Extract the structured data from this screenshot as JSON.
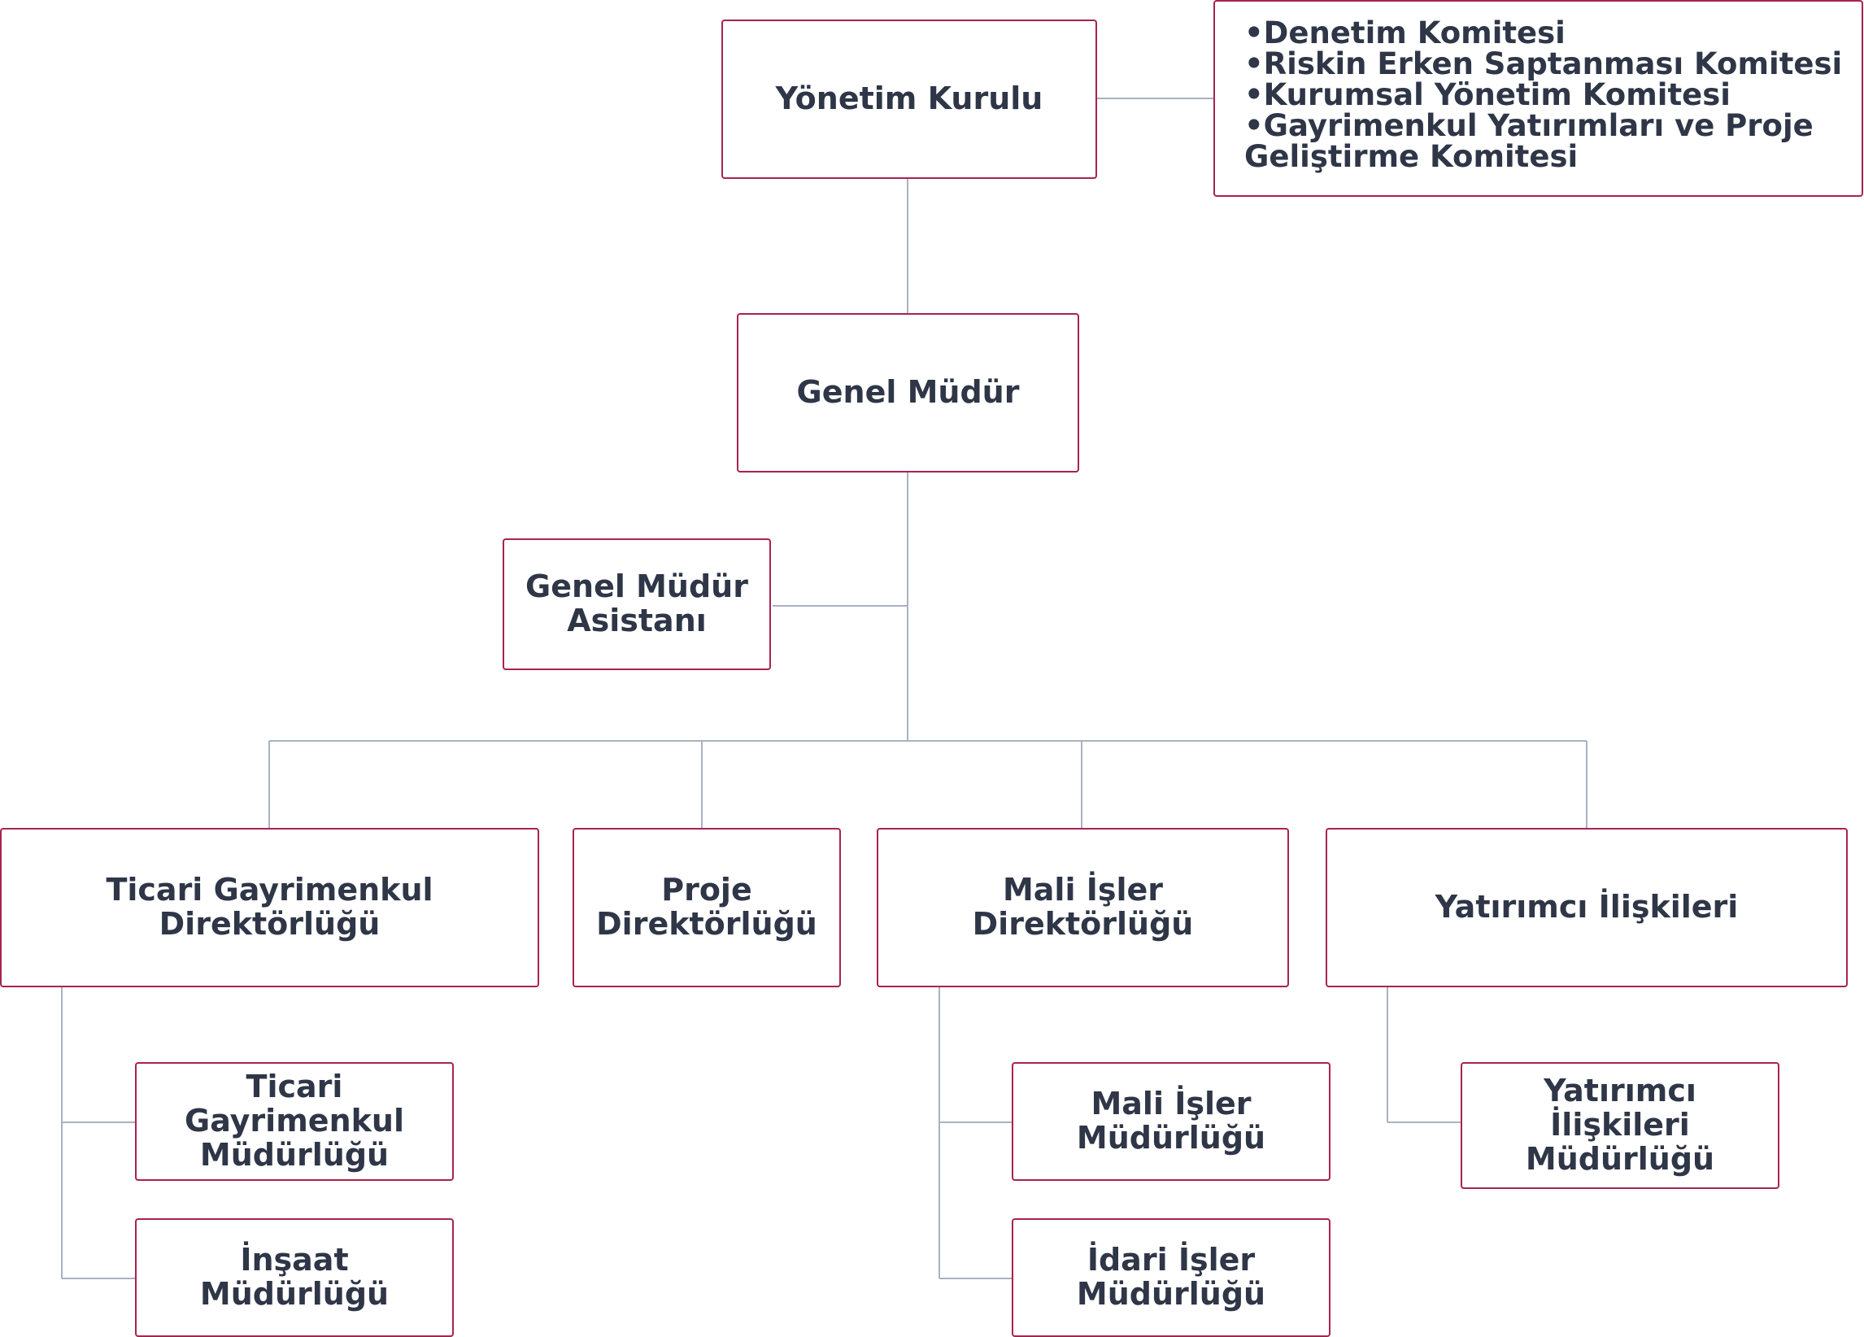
{
  "diagram": {
    "colors": {
      "box_border": "#a8234f",
      "text": "#2e3647",
      "connector": "#a9b1c2"
    },
    "nodes": {
      "yonetim_kurulu": "Yönetim Kurulu",
      "komiteler": [
        "•Denetim Komitesi",
        "•Riskin Erken Saptanması Komitesi",
        "•Kurumsal Yönetim Komitesi",
        "•Gayrimenkul Yatırımları ve Proje\nGeliştirme Komitesi"
      ],
      "genel_mudur": "Genel Müdür",
      "genel_mudur_asistani": "Genel Müdür\nAsistanı",
      "ticari_gayrimenkul_direktorlugu": "Ticari Gayrimenkul\nDirektörlüğü",
      "proje_direktorlugu": "Proje\nDirektörlüğü",
      "mali_isler_direktorlugu": "Mali İşler\nDirektörlüğü",
      "yatirimci_iliskileri": "Yatırımcı İlişkileri",
      "ticari_gayrimenkul_mudurlugu": "Ticari\nGayrimenkul\nMüdürlüğü",
      "insaat_mudurlugu": "İnşaat Müdürlüğü",
      "mali_isler_mudurlugu": "Mali İşler\nMüdürlüğü",
      "idari_isler_mudurlugu": "İdari İşler\nMüdürlüğü",
      "yatirimci_iliskileri_mudurlugu": "Yatırımcı İlişkileri\nMüdürlüğü"
    }
  }
}
